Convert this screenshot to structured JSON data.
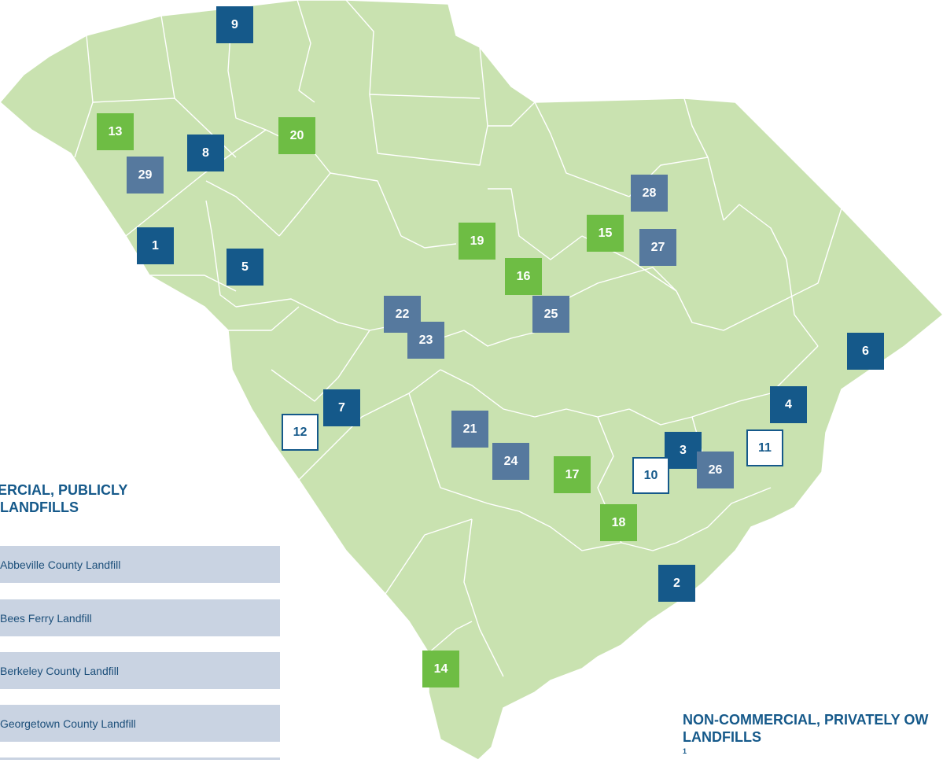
{
  "palette": {
    "land": "#c9e2b0",
    "county_border": "#ffffff",
    "state_border": "#ffffff",
    "marker_dark": "#15598a",
    "marker_slate": "#56799e",
    "marker_green": "#6ebd44",
    "marker_white_border": "#15598a",
    "legend_band": "#c9d3e2",
    "heading_text": "#15598a"
  },
  "markers": [
    {
      "label": "1",
      "style": "dark"
    },
    {
      "label": "2",
      "style": "dark"
    },
    {
      "label": "3",
      "style": "dark"
    },
    {
      "label": "4",
      "style": "dark"
    },
    {
      "label": "5",
      "style": "dark"
    },
    {
      "label": "6",
      "style": "dark"
    },
    {
      "label": "7",
      "style": "dark"
    },
    {
      "label": "8",
      "style": "dark"
    },
    {
      "label": "9",
      "style": "dark"
    },
    {
      "label": "10",
      "style": "white"
    },
    {
      "label": "11",
      "style": "white"
    },
    {
      "label": "12",
      "style": "white"
    },
    {
      "label": "13",
      "style": "green"
    },
    {
      "label": "14",
      "style": "green"
    },
    {
      "label": "15",
      "style": "green"
    },
    {
      "label": "16",
      "style": "green"
    },
    {
      "label": "17",
      "style": "green"
    },
    {
      "label": "18",
      "style": "green"
    },
    {
      "label": "19",
      "style": "green"
    },
    {
      "label": "20",
      "style": "green"
    },
    {
      "label": "21",
      "style": "slate"
    },
    {
      "label": "22",
      "style": "slate"
    },
    {
      "label": "23",
      "style": "slate"
    },
    {
      "label": "24",
      "style": "slate"
    },
    {
      "label": "25",
      "style": "slate"
    },
    {
      "label": "26",
      "style": "slate"
    },
    {
      "label": "27",
      "style": "slate"
    },
    {
      "label": "28",
      "style": "slate"
    },
    {
      "label": "29",
      "style": "slate"
    }
  ],
  "legend_left": {
    "heading_line1": "MERCIAL, PUBLICLY",
    "heading_line2": "D LANDFILLS",
    "items": [
      "Abbeville County Landfill",
      "Bees Ferry Landfill",
      "Berkeley County Landfill",
      "Georgetown County Landfill"
    ]
  },
  "legend_right": {
    "heading_line1": "NON-COMMERCIAL, PRIVATELY OW",
    "heading_line2": "LANDFILLS",
    "footnote_mark": "1"
  }
}
